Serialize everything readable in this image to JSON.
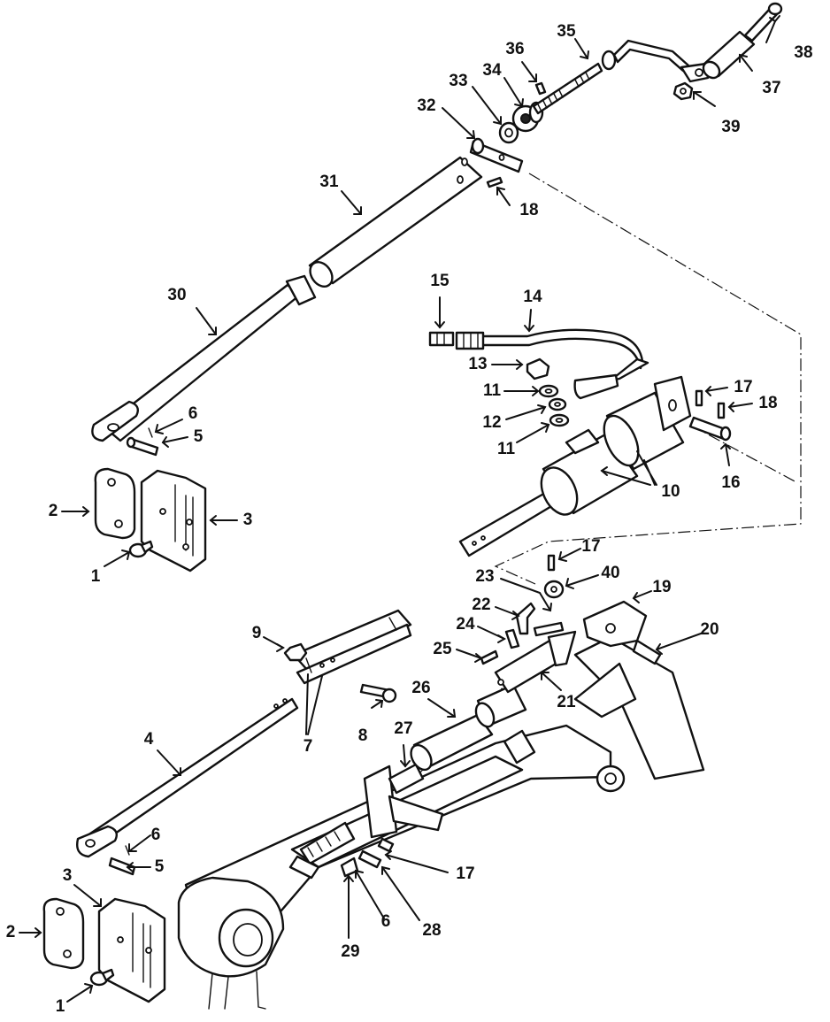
{
  "diagram": {
    "callouts": [
      "1",
      "1",
      "2",
      "2",
      "3",
      "3",
      "4",
      "5",
      "5",
      "6",
      "6",
      "6",
      "7",
      "8",
      "9",
      "10",
      "11",
      "11",
      "12",
      "13",
      "14",
      "15",
      "16",
      "17",
      "17",
      "17",
      "18",
      "18",
      "19",
      "20",
      "21",
      "22",
      "23",
      "24",
      "25",
      "26",
      "27",
      "28",
      "29",
      "30",
      "31",
      "32",
      "33",
      "34",
      "35",
      "36",
      "37",
      "38",
      "39",
      "40"
    ]
  }
}
